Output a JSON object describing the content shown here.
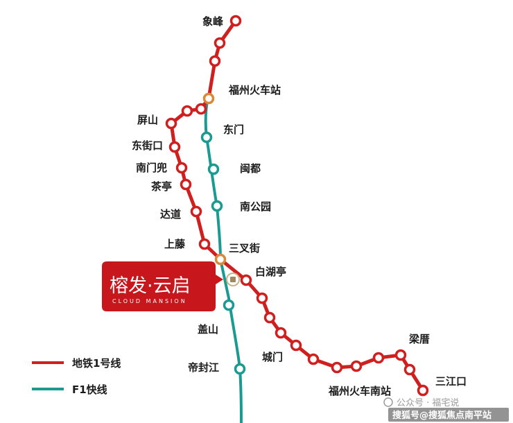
{
  "colors": {
    "line1": "#cf1f1f",
    "f1": "#1b9a92",
    "transfer": "#d9893a",
    "badge": "#c8161d",
    "project_pin": "#c9b38a"
  },
  "lines": [
    {
      "id": "line1",
      "name": "地铁1号线"
    },
    {
      "id": "f1",
      "name": "F1快线"
    }
  ],
  "stations": {
    "line1": [
      {
        "label": "象峰"
      },
      {
        "label": ""
      },
      {
        "label": ""
      },
      {
        "label": "福州火车站",
        "transfer": true
      },
      {
        "label": ""
      },
      {
        "label": ""
      },
      {
        "label": "屏山"
      },
      {
        "label": "东街口"
      },
      {
        "label": "南门兜"
      },
      {
        "label": "茶亭"
      },
      {
        "label": "达道"
      },
      {
        "label": "上藤"
      },
      {
        "label": "三叉街",
        "transfer": true
      },
      {
        "label": "白湖亭"
      },
      {
        "label": ""
      },
      {
        "label": ""
      },
      {
        "label": ""
      },
      {
        "label": ""
      },
      {
        "label": "城门"
      },
      {
        "label": ""
      },
      {
        "label": ""
      },
      {
        "label": "福州火车南站"
      },
      {
        "label": ""
      },
      {
        "label": "梁厝"
      },
      {
        "label": ""
      },
      {
        "label": "三江口"
      }
    ],
    "f1": [
      {
        "label": "东门"
      },
      {
        "label": "闽都"
      },
      {
        "label": "南公园"
      },
      {
        "label": "盖山"
      },
      {
        "label": "帝封江"
      }
    ]
  },
  "project": {
    "name": "榕发·云启",
    "subtitle": "CLOUD MANSION"
  },
  "watermark": {
    "line1": "公众号 · 福宅说",
    "line2": "搜狐号@搜狐焦点南平站"
  }
}
